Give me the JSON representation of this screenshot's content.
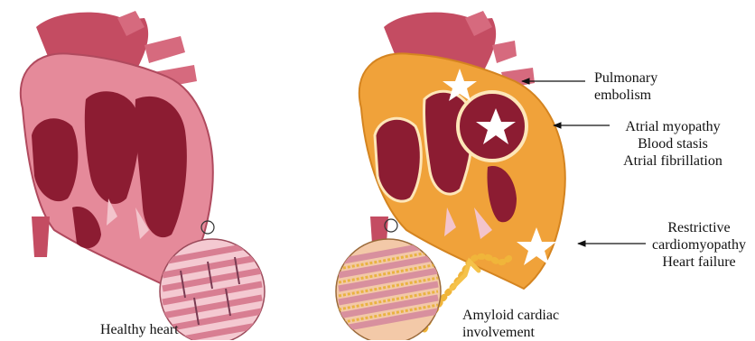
{
  "captions": {
    "healthy": "Healthy heart",
    "amyloid": [
      "Amyloid cardiac",
      "involvement"
    ]
  },
  "annotations": [
    {
      "lines": [
        "Pulmonary",
        "embolism"
      ]
    },
    {
      "lines": [
        "Atrial myopathy",
        "Blood stasis",
        "Atrial fibrillation"
      ]
    },
    {
      "lines": [
        "Restrictive",
        "cardiomyopathy",
        "Heart failure"
      ]
    }
  ],
  "colors": {
    "heart_outer": "#e58a9a",
    "heart_dark": "#8c1c32",
    "heart_mid": "#c44c62",
    "amyloid": "#f0a23a",
    "star": "#ffffff"
  }
}
